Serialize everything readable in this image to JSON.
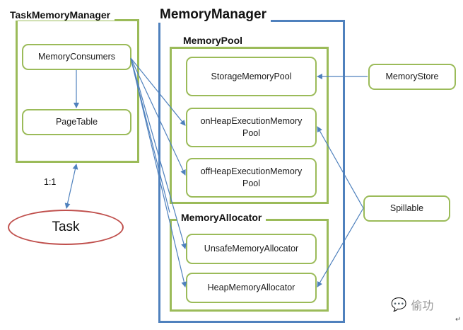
{
  "diagram": {
    "task_memory_manager": {
      "title": "TaskMemoryManager",
      "memory_consumers": "MemoryConsumers",
      "page_table": "PageTable"
    },
    "relation_label": "1:1",
    "task": "Task",
    "memory_manager": {
      "title": "MemoryManager",
      "memory_pool": {
        "title": "MemoryPool",
        "storage": "StorageMemoryPool",
        "on_heap": "onHeapExecutionMemory Pool",
        "off_heap": "offHeapExecutionMemory Pool"
      },
      "memory_allocator": {
        "title": "MemoryAllocator",
        "unsafe": "UnsafeMemoryAllocator",
        "heap": "HeapMemoryAllocator"
      }
    },
    "memory_store": "MemoryStore",
    "spillable": "Spillable",
    "watermark": "偷功",
    "colors": {
      "container_green": "#9bbb59",
      "manager_blue": "#4f81bd",
      "arrow_blue": "#4f81bd",
      "task_red": "#c0504d"
    }
  }
}
